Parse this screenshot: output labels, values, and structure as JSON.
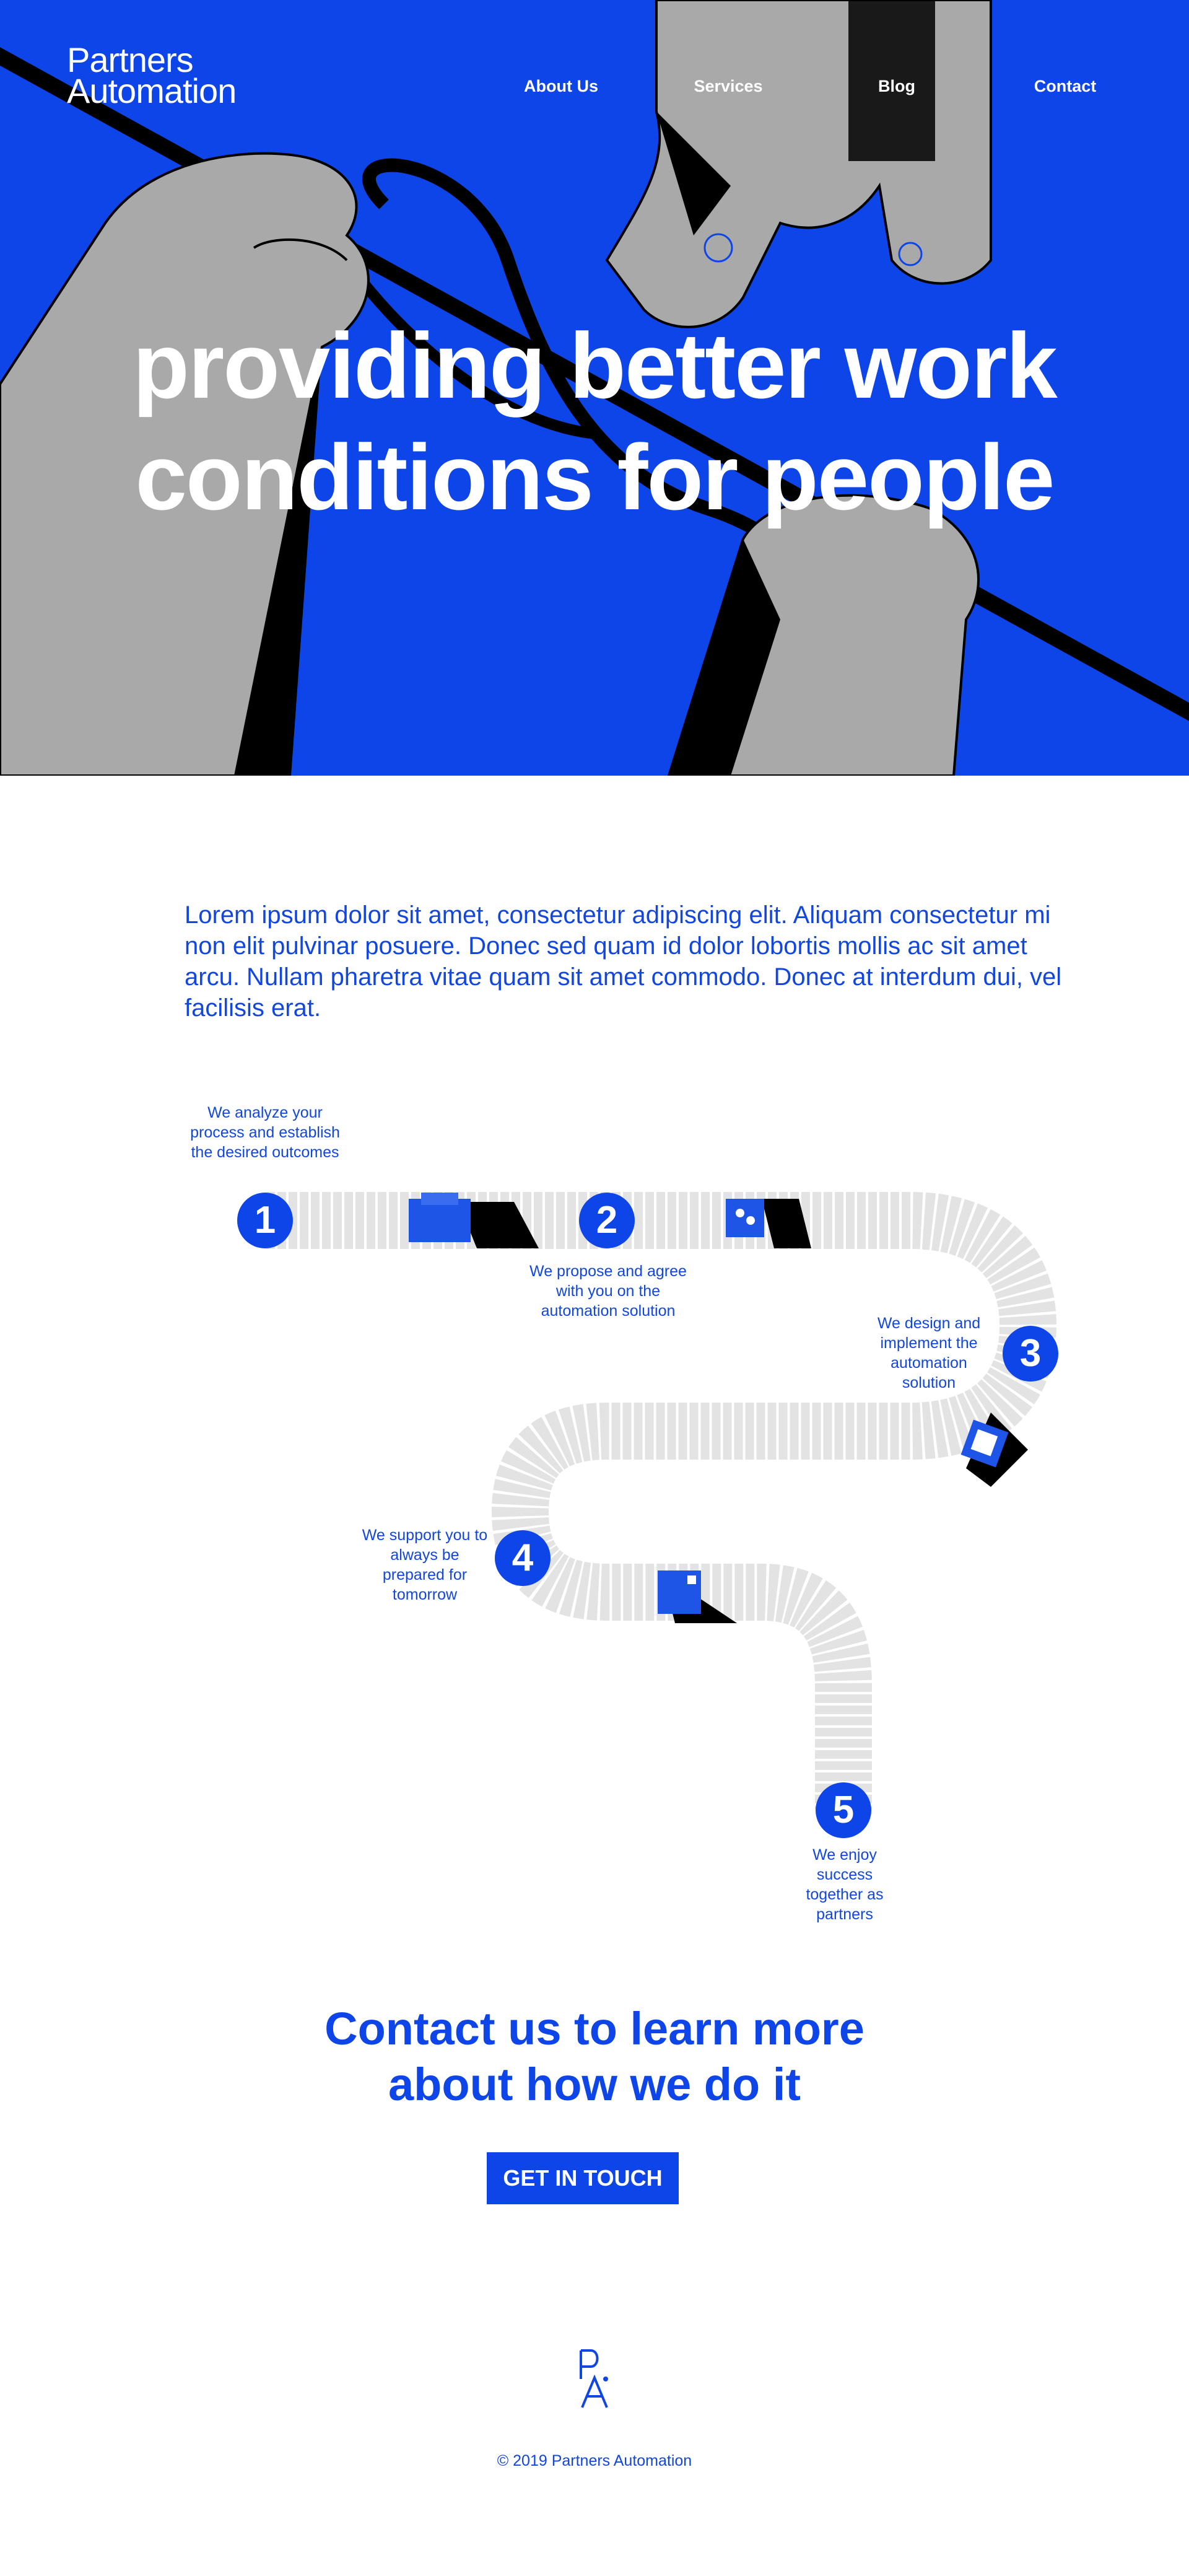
{
  "brand": {
    "line1": "Partners",
    "line2": "Automation"
  },
  "nav": {
    "items": [
      {
        "label": "About Us"
      },
      {
        "label": "Services"
      },
      {
        "label": "Blog"
      },
      {
        "label": "Contact"
      }
    ]
  },
  "hero": {
    "title_line1": "providing better work",
    "title_line2": "conditions for people",
    "colors": {
      "background": "#0d45e8",
      "hand": "#a8a8a8",
      "dark": "#000000"
    }
  },
  "intro": {
    "text": "Lorem ipsum dolor sit amet, consectetur adipiscing elit. Aliquam consectetur mi non elit pulvinar posuere. Donec sed quam id dolor lobortis mollis ac sit amet arcu. Nullam pharetra vitae quam sit amet commodo. Donec at interdum dui, vel facilisis erat."
  },
  "process": {
    "steps": [
      {
        "number": "1",
        "text": "We analyze your process and establish the desired outcomes"
      },
      {
        "number": "2",
        "text": "We propose and agree with you on the automation solution"
      },
      {
        "number": "3",
        "text": "We design and implement the automation solution"
      },
      {
        "number": "4",
        "text": "We support you to always be prepared for tomorrow"
      },
      {
        "number": "5",
        "text": "We enjoy success together as partners"
      }
    ],
    "colors": {
      "belt": "#e3e3e3",
      "accent": "#0d45e8"
    }
  },
  "contact": {
    "title_line1": "Contact us to learn more",
    "title_line2": "about how we do it",
    "button_label": "GET IN TOUCH"
  },
  "footer": {
    "copyright": "© 2019 Partners Automation"
  }
}
